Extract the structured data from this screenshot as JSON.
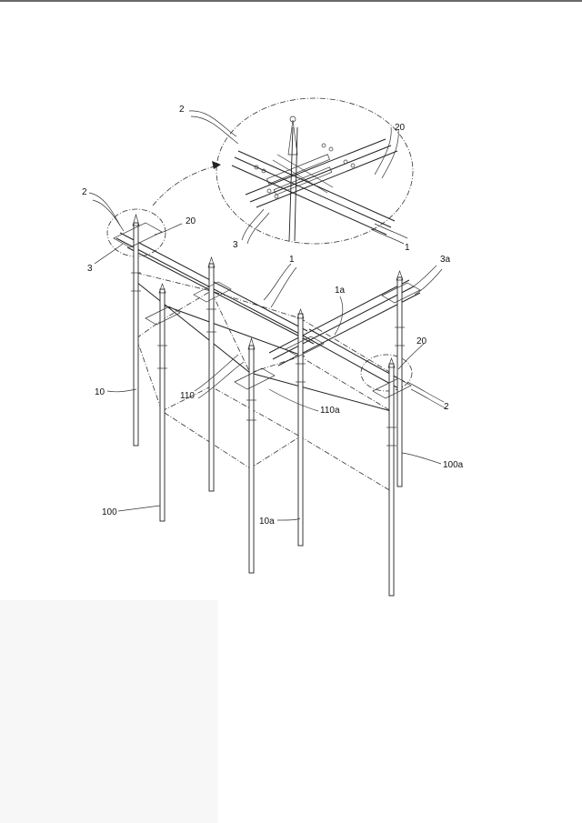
{
  "labels": {
    "l2_top": "2",
    "l20_top": "20",
    "l3_top": "3",
    "l1_top": "1",
    "l2_left": "2",
    "l20_left": "20",
    "l3_left": "3",
    "l1_mid": "1",
    "l3a": "3a",
    "l1a": "1a",
    "l20_right": "20",
    "l2_right": "2",
    "l10": "10",
    "l110": "110",
    "l110a": "110a",
    "l100a": "100a",
    "l100": "100",
    "l10a": "10a"
  }
}
